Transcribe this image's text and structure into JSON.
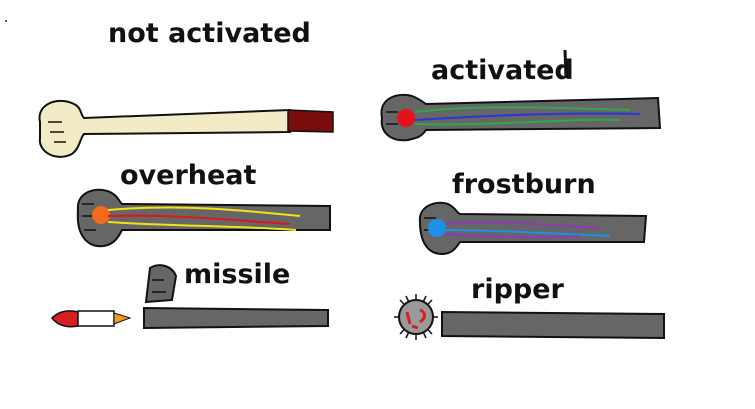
{
  "labels": {
    "not_activated": "not activated",
    "activated": "activated",
    "overheat": "overheat",
    "frostburn": "frostburn",
    "missile": "missile",
    "ripper": "ripper"
  },
  "colors": {
    "bone": "#F2EBC6",
    "metal": "#666666",
    "dark_red": "#7B0C0C",
    "core_red": "#E5121B",
    "core_orange": "#F26B1D",
    "core_blue": "#1E90E6",
    "vein_blue": "#2A35D8",
    "vein_green": "#2FA84A",
    "vein_yellow": "#F2E21B",
    "vein_purple": "#8E3BB5",
    "missile_red": "#D81E1E",
    "flame": "#F29A1B"
  },
  "icons": [
    "bone-arm-icon",
    "activated-arm-icon",
    "overheat-arm-icon",
    "frostburn-arm-icon",
    "missile-launcher-icon",
    "ripper-arm-icon"
  ]
}
